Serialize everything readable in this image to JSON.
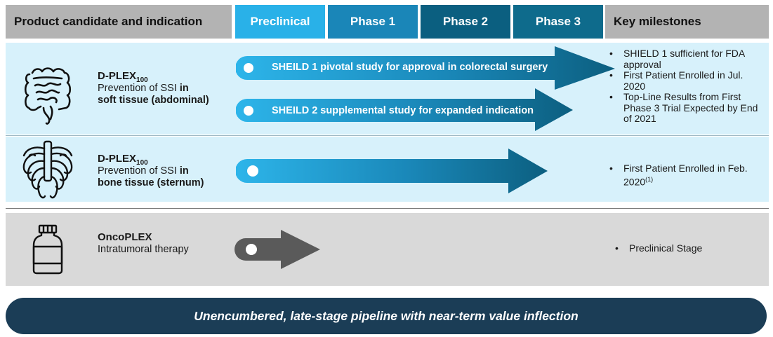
{
  "header": {
    "product_col": "Product candidate and indication",
    "phases": [
      "Preclinical",
      "Phase 1",
      "Phase 2",
      "Phase 3"
    ],
    "milestones_col": "Key milestones"
  },
  "colors": {
    "preclinical": "#29b1e8",
    "phase1": "#1a86b8",
    "phase2": "#0b5f80",
    "phase3": "#0e6b8c",
    "header_gray": "#b3b3b3",
    "row_blue": "#d7f1fb",
    "row_gray": "#d9d9d9",
    "footer": "#1b3d56",
    "arrow_gray": "#5a5a5a"
  },
  "rows": [
    {
      "icon": "intestine-icon",
      "name": "D-PLEX",
      "name_sub": "100",
      "line1_pre": "Prevention of SSI ",
      "line1_bold": "in",
      "line2_bold": "soft tissue (abdominal)",
      "arrows": [
        {
          "label": "SHEILD 1 pivotal study for approval in colorectal surgery",
          "stage": "Phase 3"
        },
        {
          "label": "SHEILD 2 supplemental study for expanded indication",
          "stage": "Phase 3"
        }
      ],
      "milestones": [
        "SHIELD 1 sufficient for FDA approval",
        "First Patient Enrolled in Jul. 2020",
        "Top-Line Results from First Phase 3 Trial Expected by End of 2021"
      ]
    },
    {
      "icon": "ribcage-icon",
      "name": "D-PLEX",
      "name_sub": "100",
      "line1_pre": "Prevention of SSI ",
      "line1_bold": "in",
      "line2_bold": "bone tissue (sternum)",
      "arrows": [
        {
          "label": "",
          "stage": "Phase 3"
        }
      ],
      "milestones": [
        "First Patient Enrolled in Feb. 2020",
        "(1)"
      ]
    },
    {
      "icon": "medicine-bottle-icon",
      "name": "OncoPLEX",
      "line1_pre": "Intratumoral therapy",
      "arrows": [
        {
          "label": "",
          "stage": "Preclinical"
        }
      ],
      "milestones": [
        "Preclinical Stage"
      ]
    }
  ],
  "footer": "Unencumbered, late-stage pipeline with near-term value inflection"
}
